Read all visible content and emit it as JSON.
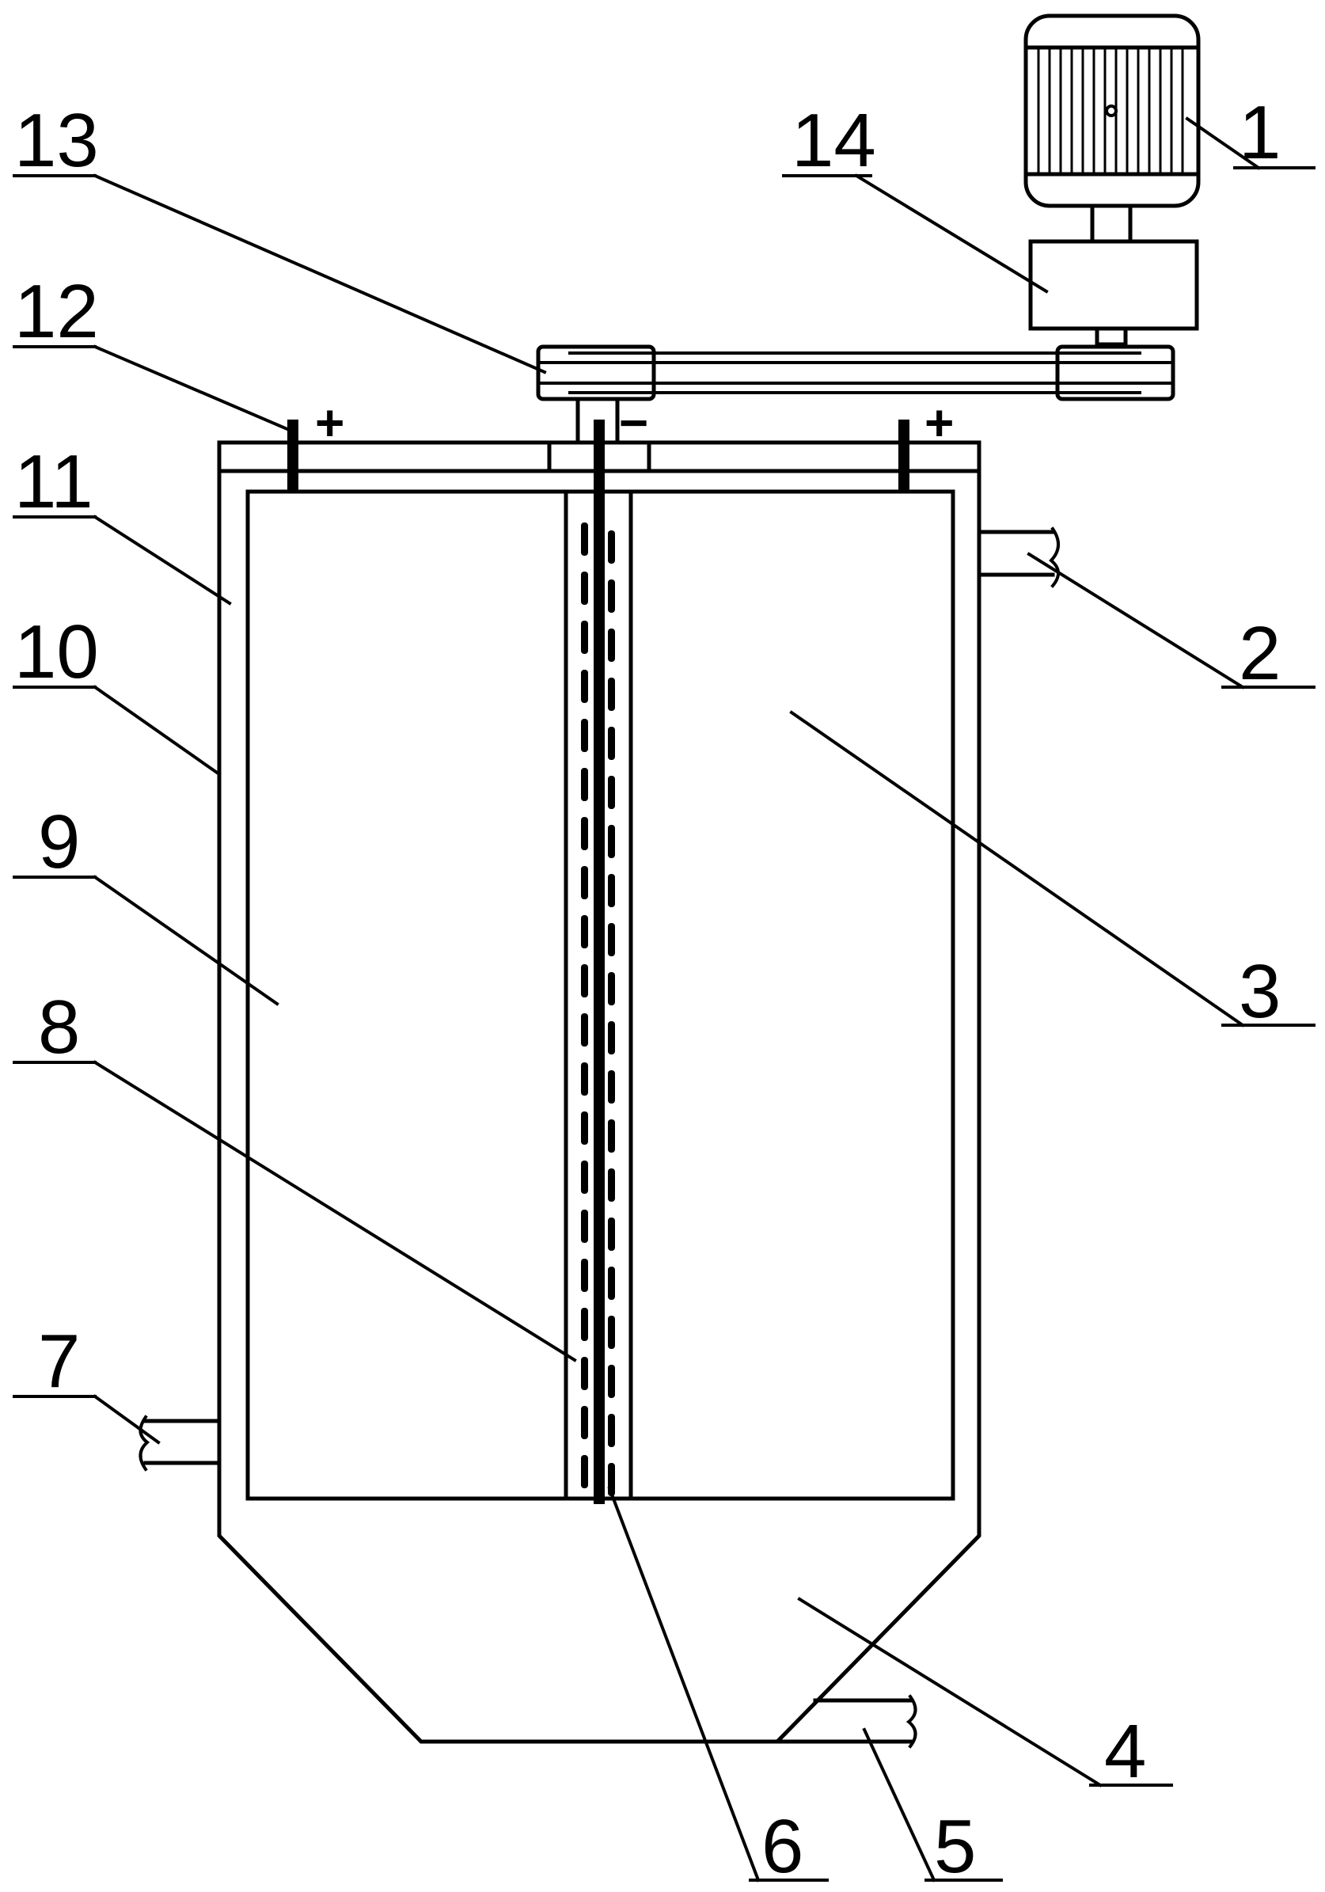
{
  "figure": {
    "callouts": [
      {
        "id": "1",
        "text": "1"
      },
      {
        "id": "2",
        "text": "2"
      },
      {
        "id": "3",
        "text": "3"
      },
      {
        "id": "4",
        "text": "4"
      },
      {
        "id": "5",
        "text": "5"
      },
      {
        "id": "6",
        "text": "6"
      },
      {
        "id": "7",
        "text": "7"
      },
      {
        "id": "8",
        "text": "8"
      },
      {
        "id": "9",
        "text": "9"
      },
      {
        "id": "10",
        "text": "10"
      },
      {
        "id": "11",
        "text": "11"
      },
      {
        "id": "12",
        "text": "12"
      },
      {
        "id": "13",
        "text": "13"
      },
      {
        "id": "14",
        "text": "14"
      }
    ],
    "polarity": {
      "left_anode": "+",
      "cathode": "−",
      "right_anode": "+"
    },
    "colors": {
      "line": "#000000",
      "background": "#ffffff"
    }
  }
}
